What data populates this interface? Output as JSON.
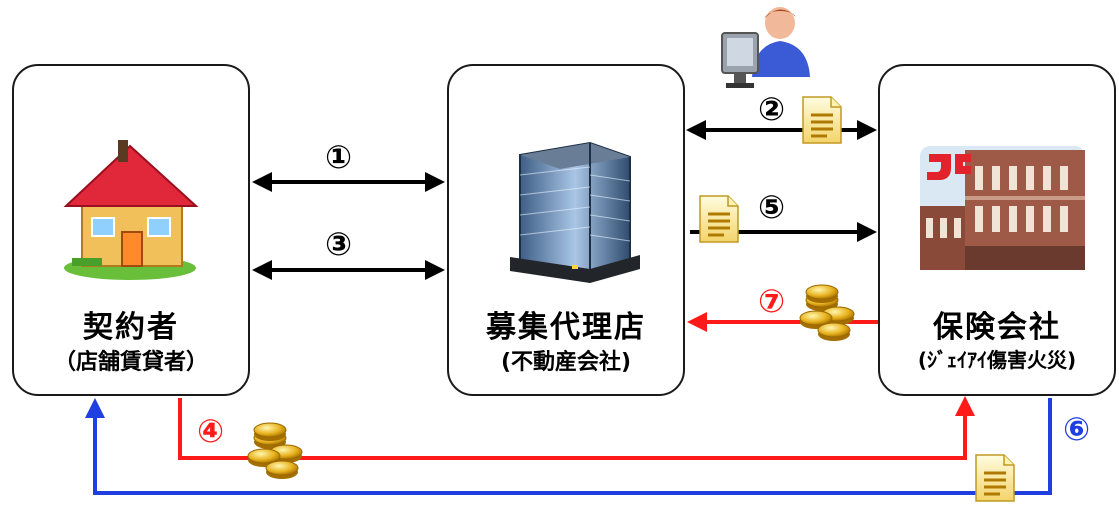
{
  "nodes": {
    "contractor": {
      "name": "契約者",
      "sub": "（店舗賃貸者）"
    },
    "agency": {
      "name": "募集代理店",
      "sub": "(不動産会社)"
    },
    "insurer": {
      "name": "保険会社",
      "sub": "(ｼﾞｪｲｱｲ傷害火災)"
    }
  },
  "steps": {
    "s1": "①",
    "s2": "②",
    "s3": "③",
    "s4": "④",
    "s5": "⑤",
    "s6": "⑥",
    "s7": "⑦"
  },
  "colors": {
    "black": "#000000",
    "red": "#ff1a1a",
    "blue": "#1f3fe0",
    "box_border": "#1a1a1a"
  },
  "icons": [
    "house-icon",
    "office-building-icon",
    "user-computer-icon",
    "document-icon",
    "coins-icon",
    "insurer-building-icon",
    "company-logo-icon"
  ]
}
